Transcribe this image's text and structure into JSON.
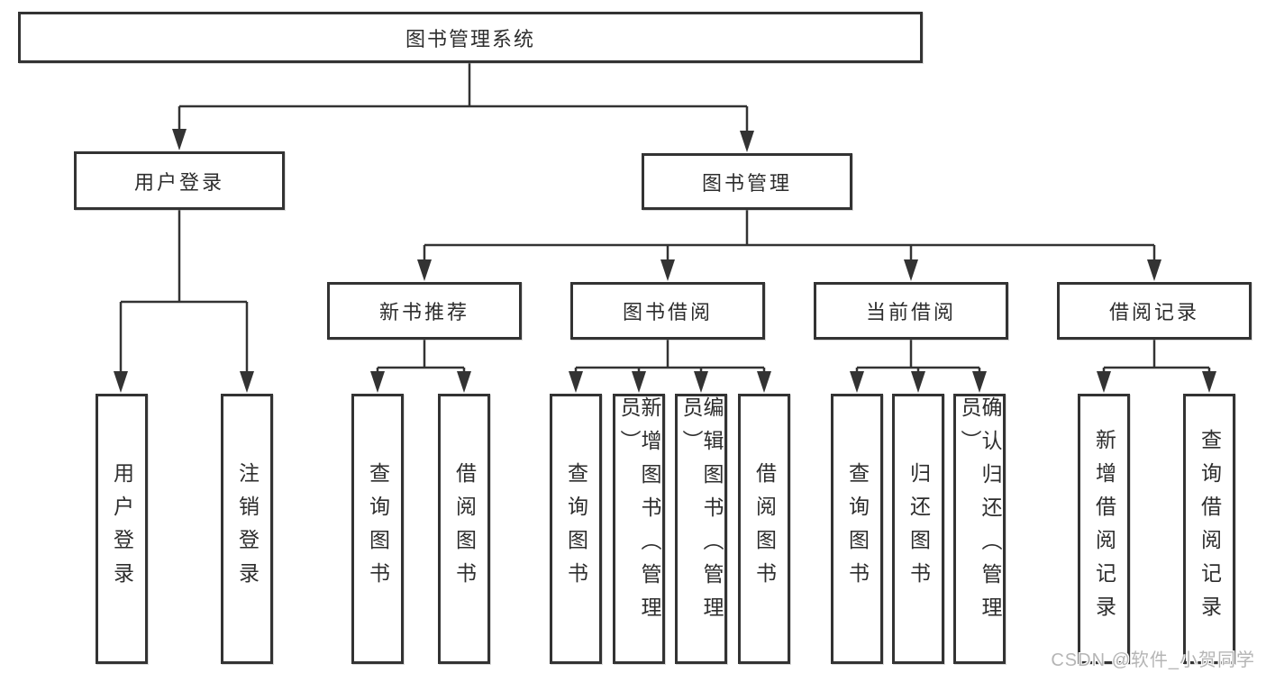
{
  "diagram": {
    "title": "图书管理系统",
    "root": {
      "label": "图书管理系统"
    },
    "level2": [
      {
        "id": "user-login",
        "label": "用户登录"
      },
      {
        "id": "book-management",
        "label": "图书管理"
      }
    ],
    "level3": [
      {
        "id": "new-book-recommendation",
        "label": "新书推荐"
      },
      {
        "id": "book-borrowing",
        "label": "图书借阅"
      },
      {
        "id": "current-borrowing",
        "label": "当前借阅"
      },
      {
        "id": "borrowing-records",
        "label": "借阅记录"
      }
    ],
    "leaves": {
      "user_login": [
        {
          "label": "用户登录"
        },
        {
          "label": "注销登录"
        }
      ],
      "new_book": [
        {
          "label": "查询图书"
        },
        {
          "label": "借阅图书"
        }
      ],
      "book_borrow": [
        {
          "label": "查询图书"
        },
        {
          "label": "新增图书（管理员）"
        },
        {
          "label": "编辑图书（管理员）"
        },
        {
          "label": "借阅图书"
        }
      ],
      "current_borrow": [
        {
          "label": "查询图书"
        },
        {
          "label": "归还图书"
        },
        {
          "label": "确认归还（管理员）"
        }
      ],
      "borrow_records": [
        {
          "label": "新增借阅记录"
        },
        {
          "label": "查询借阅记录"
        }
      ]
    },
    "colors": {
      "line": "#333333",
      "text": "#2d2d2d",
      "background": "#ffffff",
      "watermark": "#b5b5b5"
    }
  },
  "watermark": {
    "text": "CSDN @软件_小贺同学"
  }
}
